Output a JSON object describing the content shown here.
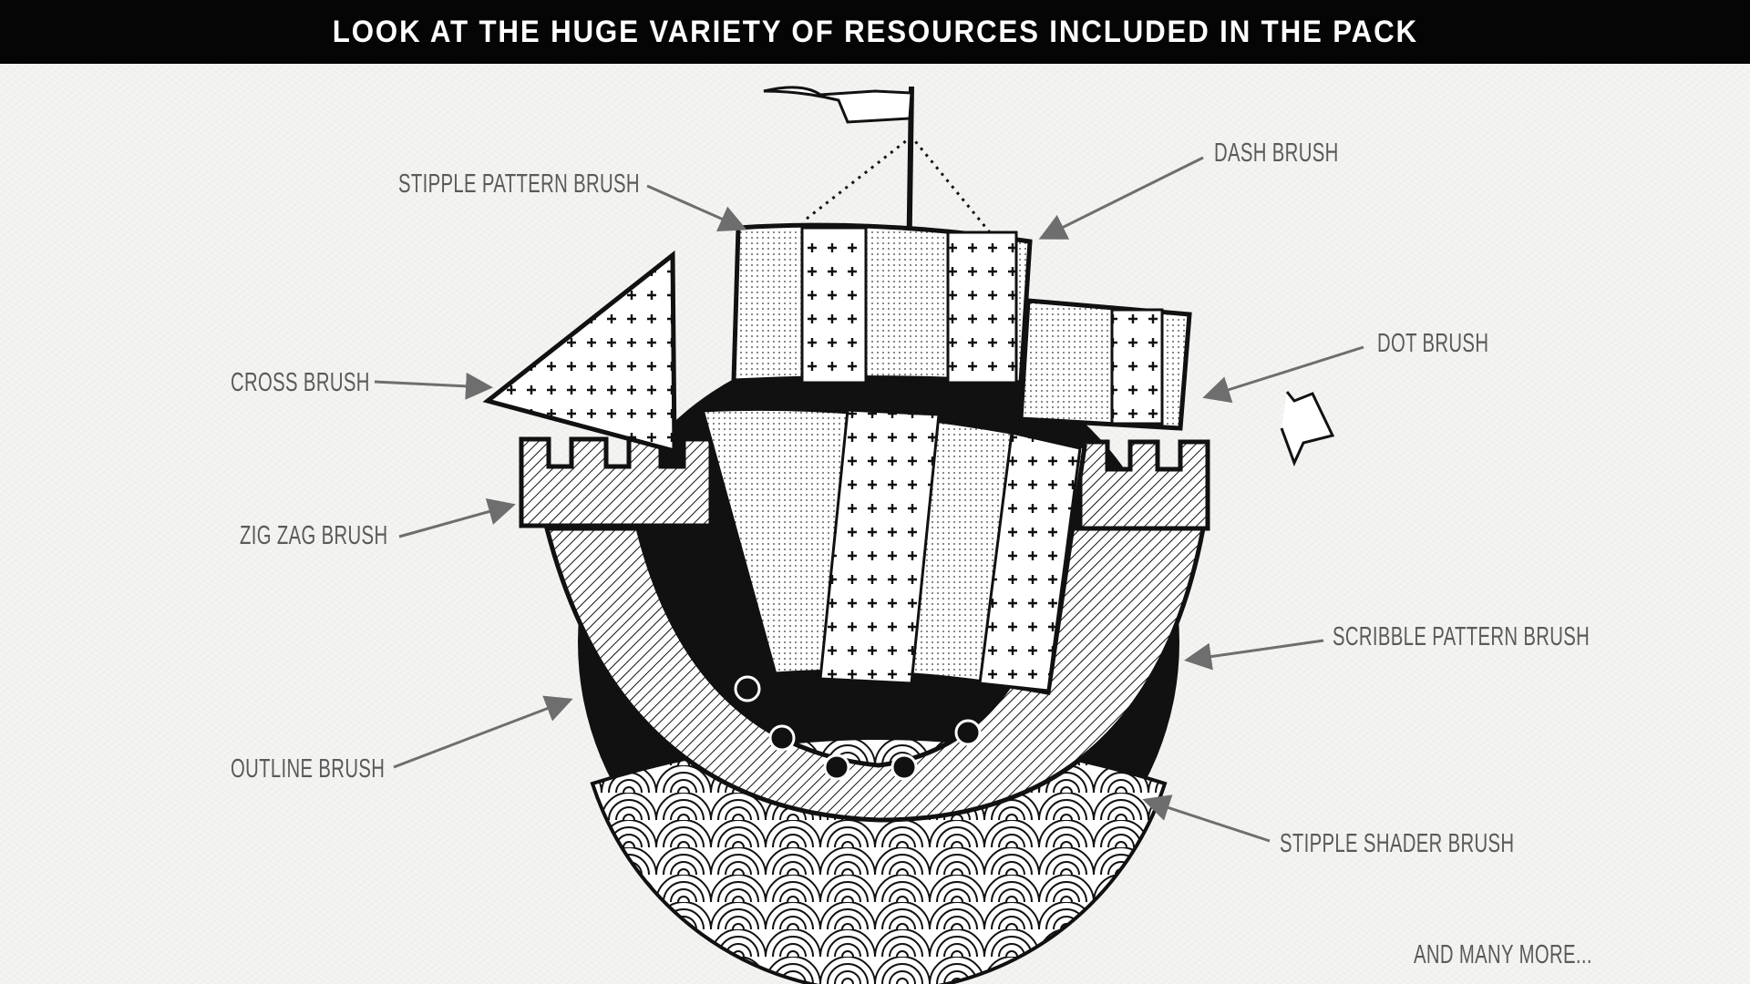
{
  "header": {
    "title": "LOOK AT THE HUGE VARIETY OF RESOURCES INCLUDED IN THE PACK"
  },
  "labels": {
    "stipple_pattern": "STIPPLE PATTERN BRUSH",
    "dash": "DASH BRUSH",
    "dot": "DOT BRUSH",
    "cross": "CROSS BRUSH",
    "zig_zag": "ZIG ZAG BRUSH",
    "scribble_pattern": "SCRIBBLE PATTERN BRUSH",
    "outline": "OUTLINE BRUSH",
    "stipple_shader": "STIPPLE SHADER BRUSH",
    "more": "AND MANY MORE..."
  },
  "colors": {
    "header_bg": "#050505",
    "label": "#5a5a5a",
    "arrow": "#6e6e6e",
    "ink": "#111111"
  }
}
